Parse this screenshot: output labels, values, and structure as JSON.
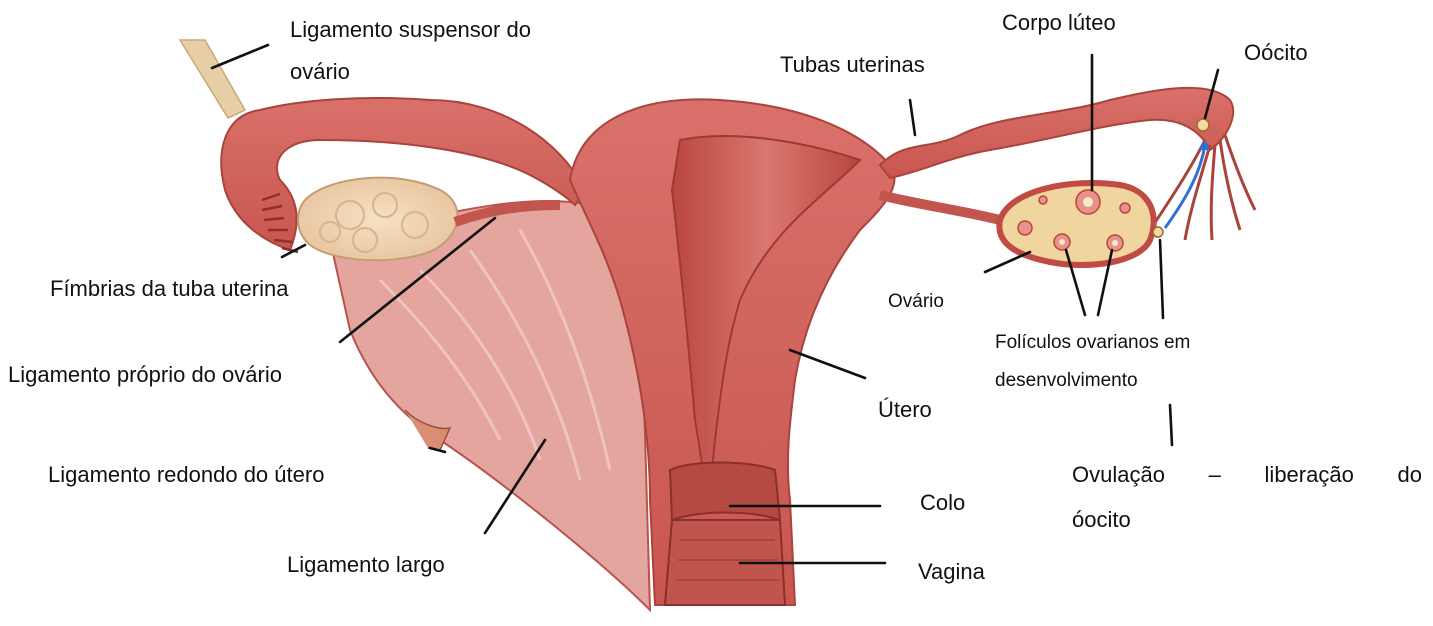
{
  "labels": {
    "suspensory_ligament_line1": "Ligamento suspensor do",
    "suspensory_ligament_line2": "ovário",
    "fimbriae": "Fímbrias da tuba uterina",
    "ovarian_ligament": "Ligamento próprio do ovário",
    "round_ligament": "Ligamento redondo do útero",
    "broad_ligament": "Ligamento largo",
    "uterine_tubes": "Tubas uterinas",
    "corpus_luteum": "Corpo lúteo",
    "oocyte": "Oócito",
    "ovary": "Ovário",
    "follicles_line1": "Folículos ovarianos em",
    "follicles_line2": "desenvolvimento",
    "uterus": "Útero",
    "cervix": "Colo",
    "vagina": "Vagina",
    "ovulation_word1": "Ovulação",
    "ovulation_word2": "–",
    "ovulation_word3": "liberação",
    "ovulation_word4": "do",
    "ovulation_line2": "óocito"
  }
}
